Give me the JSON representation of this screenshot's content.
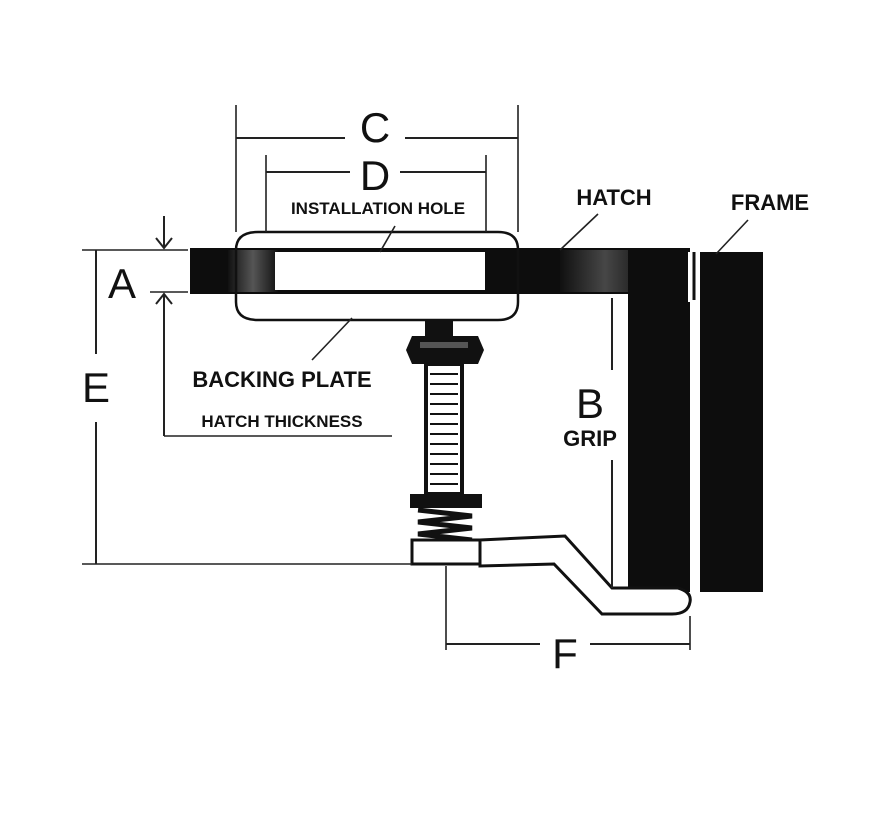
{
  "labels": {
    "dim_a": "A",
    "dim_b": "B",
    "dim_c": "C",
    "dim_d": "D",
    "dim_e": "E",
    "dim_f": "F",
    "installation_hole": "INSTALLATION HOLE",
    "hatch": "HATCH",
    "frame": "FRAME",
    "backing_plate": "BACKING PLATE",
    "hatch_thickness": "HATCH THICKNESS",
    "grip": "GRIP"
  },
  "colors": {
    "ink": "#111111",
    "background": "#ffffff",
    "part_fill": "#0d0d0d"
  }
}
